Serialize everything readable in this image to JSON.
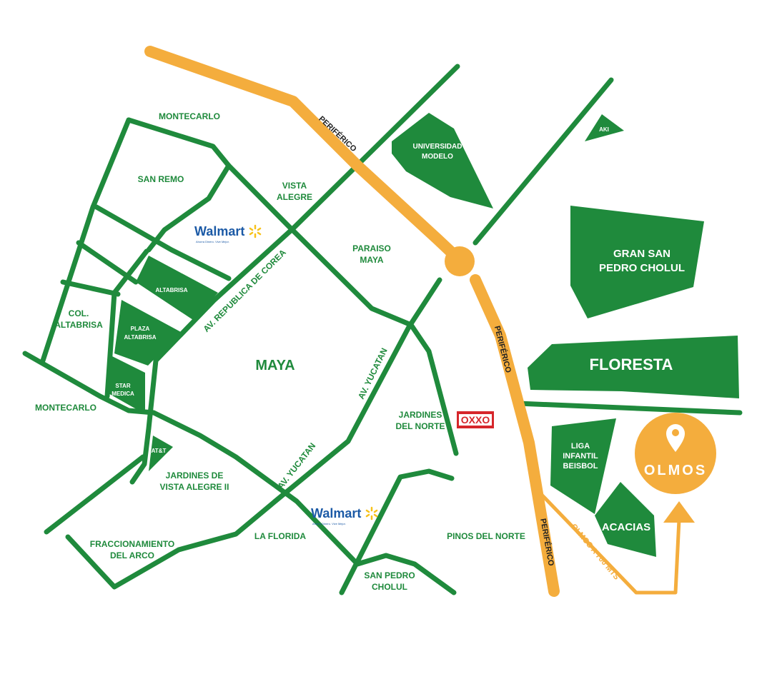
{
  "colors": {
    "green": "#1f8a3c",
    "orange": "#f4ad3d",
    "walmart_blue": "#1c5aa6",
    "walmart_yellow": "#f7c21b",
    "oxxo_red": "#d6262b"
  },
  "roads": {
    "periferico_1": "PERIFÉRICO",
    "periferico_2": "PERIFÉRICO",
    "periferico_3": "PERIFÉRICO",
    "corea": "AV. REPUBLICA DE COREA",
    "yucatan_1": "AV. YUCATAN",
    "yucatan_2": "AV. YUCATAN",
    "olmos_route": "OLMOS A 700 MTS"
  },
  "areas": {
    "montecarlo_top": "MONTECARLO",
    "san_remo": "SAN REMO",
    "vista_alegre": [
      "VISTA",
      "ALEGRE"
    ],
    "paraiso_maya": [
      "PARAISO",
      "MAYA"
    ],
    "col_altabrisa": [
      "COL.",
      "ALTABRISA"
    ],
    "maya": "MAYA",
    "montecarlo_left": "MONTECARLO",
    "jardines_norte": [
      "JARDINES",
      "DEL NORTE"
    ],
    "jardines_vista": [
      "JARDINES DE",
      "VISTA ALEGRE II"
    ],
    "fracc_arco": [
      "FRACCIONAMIENTO",
      "DEL ARCO"
    ],
    "la_florida": "LA FLORIDA",
    "san_pedro_cholul": [
      "SAN PEDRO",
      "CHOLUL"
    ],
    "pinos_norte": "PINOS DEL NORTE"
  },
  "blocks": {
    "universidad": [
      "UNIVERSIDAD",
      "MODELO"
    ],
    "aki": "AKI",
    "gran_san_pedro": [
      "GRAN SAN",
      "PEDRO CHOLUL"
    ],
    "floresta": "FLORESTA",
    "liga": [
      "LIGA",
      "INFANTIL",
      "BEISBOL"
    ],
    "acacias": "ACACIAS",
    "altabrisa": "ALTABRISA",
    "plaza_altabrisa": [
      "PLAZA",
      "ALTABRISA"
    ],
    "star_medica": [
      "STAR",
      "MEDICA"
    ],
    "att": "AT&T"
  },
  "logos": {
    "walmart": "Walmart",
    "walmart_tagline": "Ahorra Dinero. Vive Mejor.",
    "oxxo": "OXXO"
  },
  "destination": {
    "name": "OLMOS",
    "icon": "map-pin-icon"
  }
}
